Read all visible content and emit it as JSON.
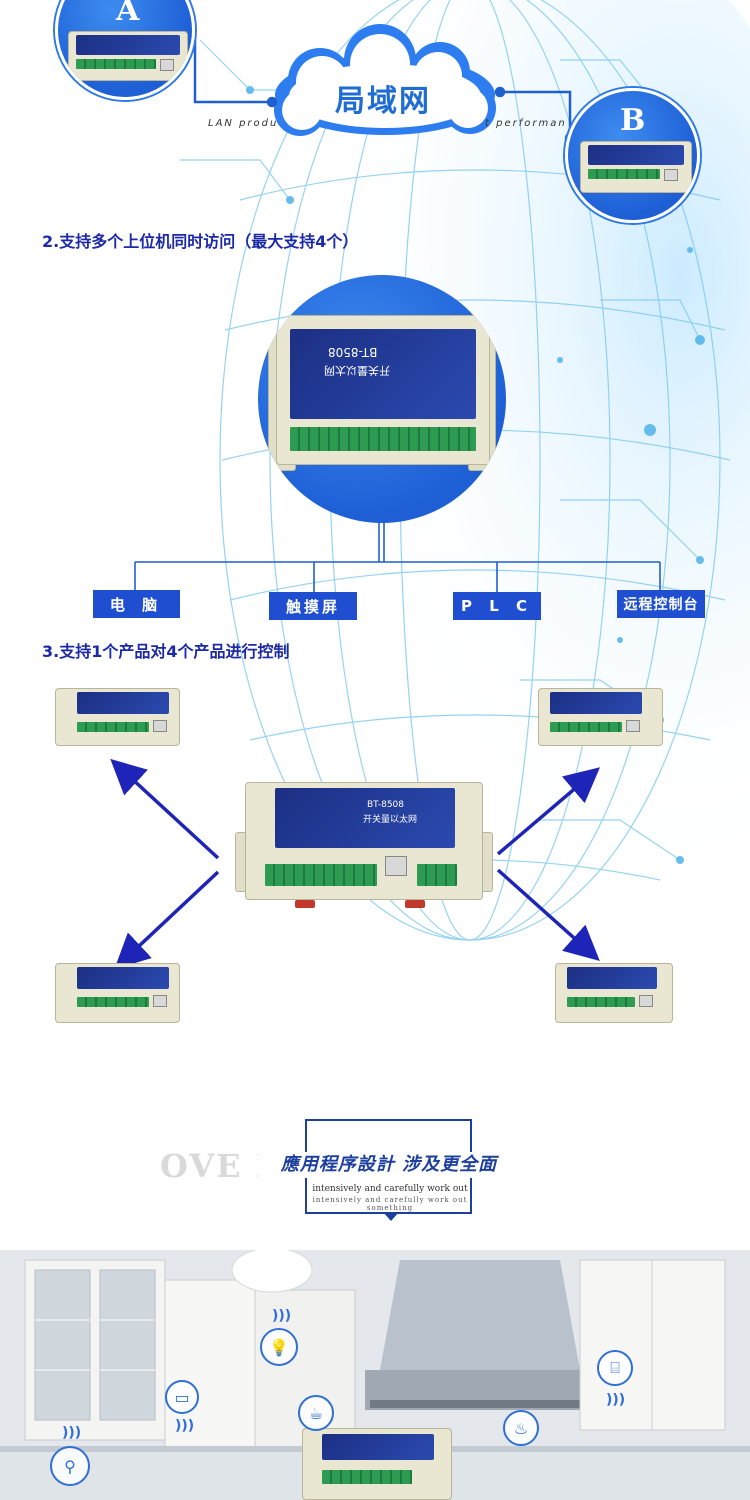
{
  "network_diagram": {
    "cloud_label": "局域网",
    "node_a_letter": "A",
    "node_b_letter": "B",
    "lan_caption_left": "LAN produ",
    "lan_caption_right": "t performan"
  },
  "section_2": {
    "heading": "2.支持多个上位机同时访问（最大支持4个）",
    "device_label_model": "BT-8508",
    "device_label_name": "开关量以太网",
    "clients": [
      "电 脑",
      "触摸屏",
      "P L C",
      "远程控制台"
    ]
  },
  "section_3": {
    "heading": "3.支持1个产品对4个产品进行控制"
  },
  "banner": {
    "background_text": "OVE          ELE",
    "title": "應用程序設計 涉及更全面",
    "subtitle": "intensively and carefully work out",
    "subtitle_small": "intensively and carefully work out something"
  },
  "kitchen": {
    "icons": [
      "bulb-icon",
      "remote-icon",
      "cup-icon",
      "pot-icon",
      "blender-icon",
      "lamp-icon"
    ]
  },
  "colors": {
    "brand_blue": "#1f4fd0",
    "heading_blue": "#1d2aa8",
    "arrow_blue": "#1f24b8"
  }
}
